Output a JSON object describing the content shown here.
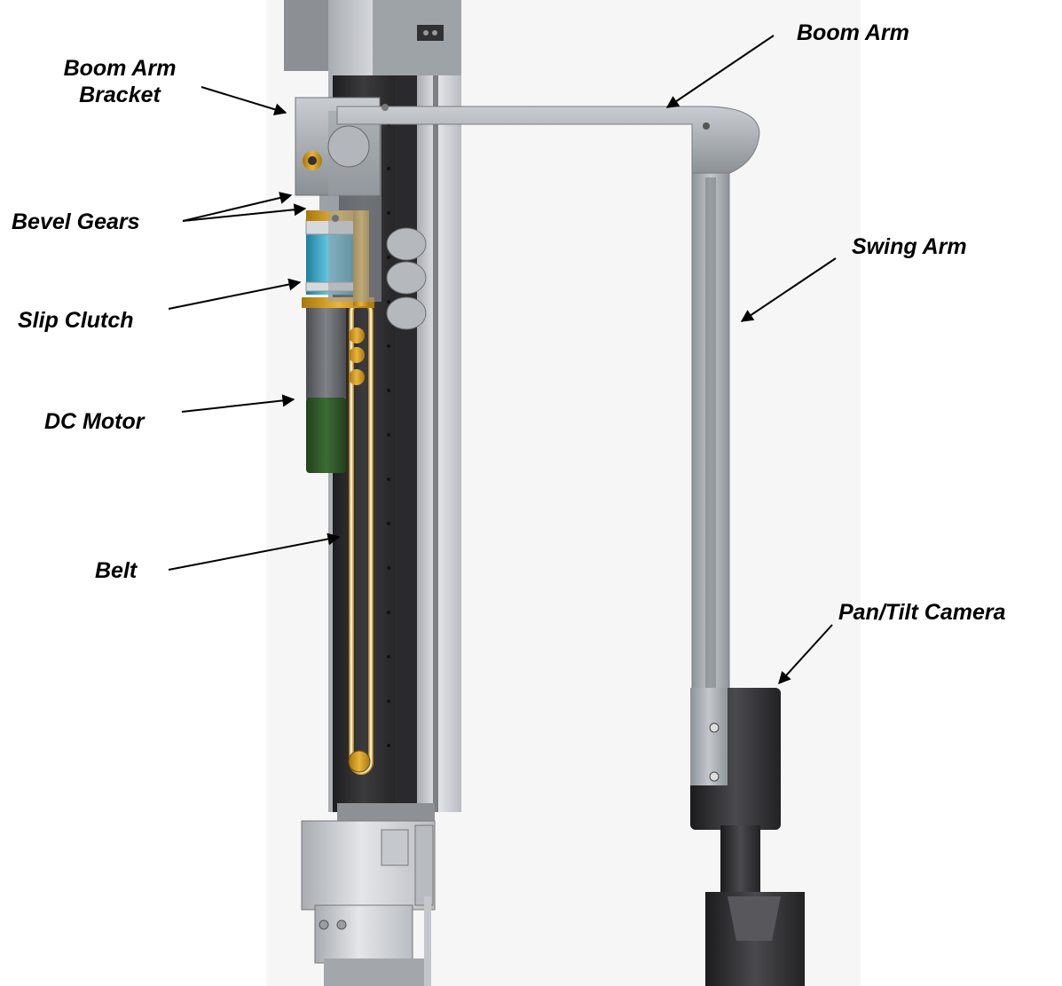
{
  "labels": {
    "boom_arm": "Boom Arm",
    "boom_arm_bracket_line1": "Boom Arm",
    "boom_arm_bracket_line2": "Bracket",
    "bevel_gears": "Bevel Gears",
    "slip_clutch": "Slip Clutch",
    "dc_motor": "DC Motor",
    "belt": "Belt",
    "swing_arm": "Swing Arm",
    "pan_tilt_camera": "Pan/Tilt Camera"
  },
  "colors": {
    "label_text": "#000000",
    "arrow": "#000000",
    "column_dark": "#2e2e30",
    "column_light": "#cfd2d6",
    "arm_gray": "#a5aaaf",
    "brass": "#c8961e",
    "clutch_blue": "#3ea6c4",
    "motor_green": "#2e5226",
    "belt_cream": "#eee9d2"
  }
}
